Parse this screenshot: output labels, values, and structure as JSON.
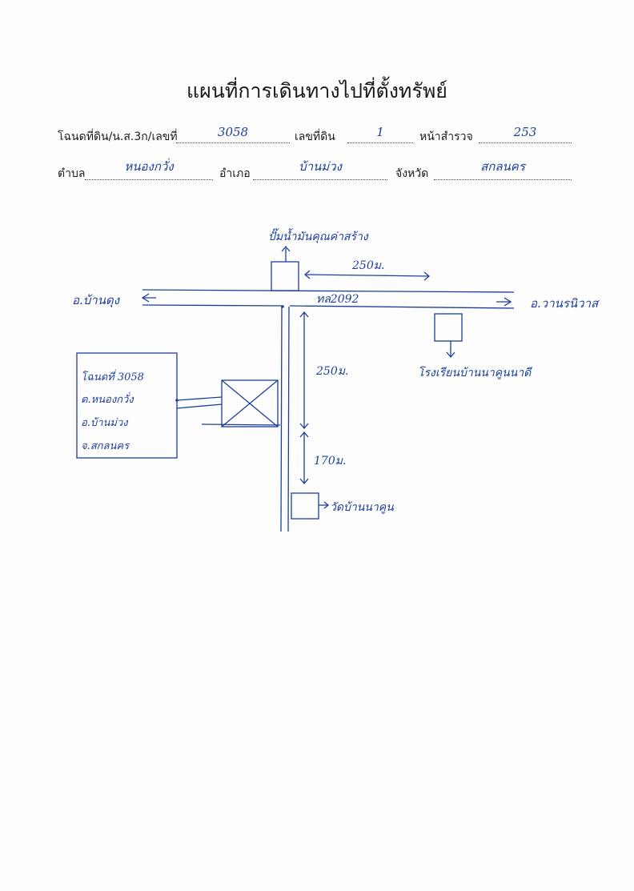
{
  "title": "แผนที่การเดินทางไปที่ตั้งทรัพย์",
  "header": {
    "deed_label": "โฉนดที่ดิน/น.ส.3ก/เลขที่",
    "deed_value": "3058",
    "land_no_label": "เลขที่ดิน",
    "land_no_value": "1",
    "survey_page_label": "หน้าสำรวจ",
    "survey_page_value": "253",
    "subdistrict_label": "ตำบล",
    "subdistrict_value": "หนองกวั่ง",
    "district_label": "อำเภอ",
    "district_value": "บ้านม่วง",
    "province_label": "จังหวัด",
    "province_value": "สกลนคร"
  },
  "map": {
    "top_landmark": "ปั๊มน้ำมันคุณค่าสร้าง",
    "top_distance": "250ม.",
    "road_label": "ทล2092",
    "left_destination": "อ.บ้านดุง",
    "right_destination": "อ.วานรนิวาส",
    "school_label": "โรงเรียนบ้านนาคูนนาดี",
    "vertical_distance_1": "250ม.",
    "vertical_distance_2": "170ม.",
    "temple_label": "วัดบ้านนาคูน",
    "info_box": {
      "line1": "โฉนดที่ 3058",
      "line2": "ต.หนองกวั่ง",
      "line3": "อ.บ้านม่วง",
      "line4": "จ.สกลนคร"
    }
  },
  "colors": {
    "ink_blue": "#1d3f9c",
    "print_black": "#1a1a1a"
  }
}
